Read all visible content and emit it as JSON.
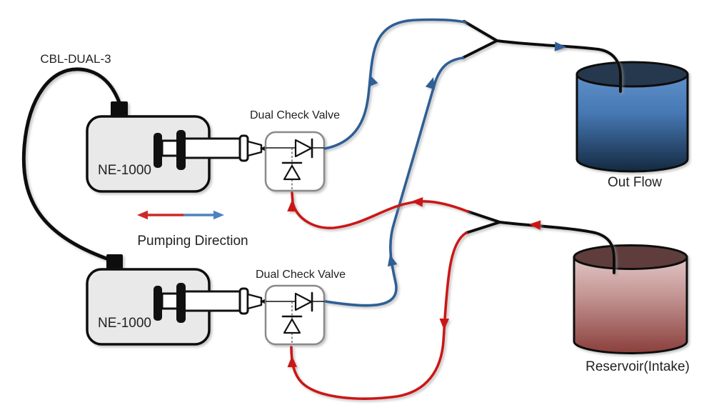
{
  "labels": {
    "cable": "CBL-DUAL-3",
    "pump_top": "NE-1000",
    "pump_bottom": "NE-1000",
    "valve_top": "Dual Check Valve",
    "valve_bottom": "Dual Check Valve",
    "direction": "Pumping Direction",
    "outflow": "Out Flow",
    "reservoir": "Reservoir(Intake)"
  },
  "colors": {
    "flow_blue": "#2e5e95",
    "flow_red": "#cc1414",
    "dir_blue": "#4f81bd",
    "dir_red": "#cc2a2a",
    "tube_black": "#111111",
    "pump_fill": "#e9e9e9",
    "valve_border": "#8a8a8a",
    "label_color": "#222222",
    "cyl_blue_top": "#26394e",
    "cyl_blue_light": "#6090ca",
    "cyl_blue_mid": "#4678b3",
    "cyl_blue_dark": "#142940",
    "cyl_red_top": "#5e3d3d",
    "cyl_red_light": "#e2c6c6",
    "cyl_red_mid": "#c39593",
    "cyl_red_dark": "#8a3f3c"
  }
}
